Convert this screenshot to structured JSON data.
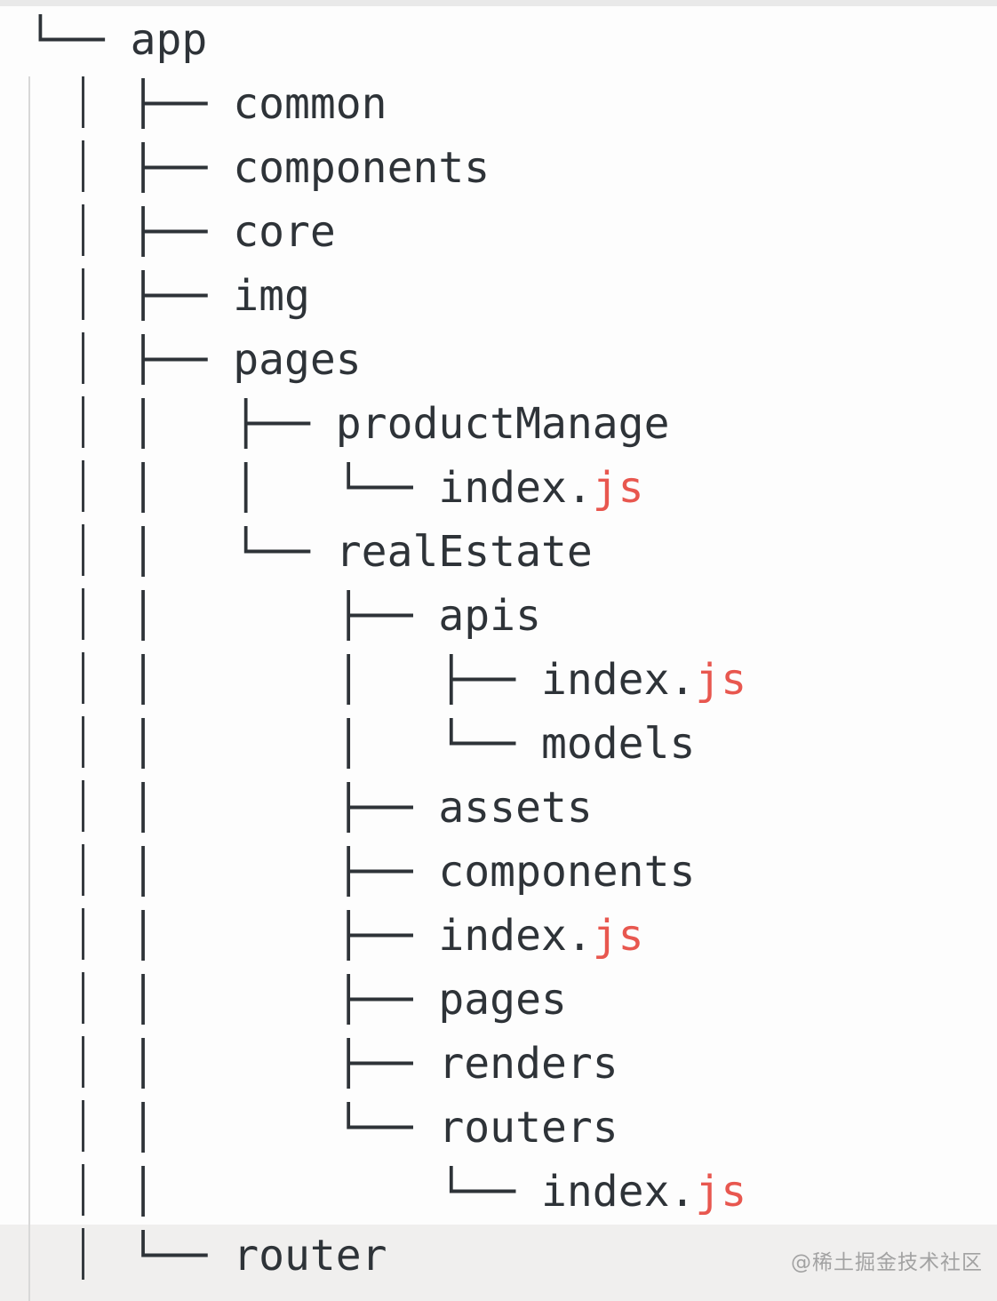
{
  "colors": {
    "text_color": "#2e3338",
    "extension_red": "#e8574f",
    "gutter_dark": "#363b40",
    "gutter_light": "#d8d8d8",
    "background": "#fdfdfd",
    "bottom_band": "#f0efee",
    "top_strip": "#e9e9e9",
    "watermark_color": "#a2a2a2"
  },
  "watermark": {
    "text": "@稀土掘金技术社区"
  },
  "tree": {
    "rows": [
      {
        "prefix": "└── ",
        "name": "app",
        "ext": ""
      },
      {
        "prefix": "    ├── ",
        "name": "common",
        "ext": ""
      },
      {
        "prefix": "    ├── ",
        "name": "components",
        "ext": ""
      },
      {
        "prefix": "    ├── ",
        "name": "core",
        "ext": ""
      },
      {
        "prefix": "    ├── ",
        "name": "img",
        "ext": ""
      },
      {
        "prefix": "    ├── ",
        "name": "pages",
        "ext": ""
      },
      {
        "prefix": "    │   ├── ",
        "name": "productManage",
        "ext": ""
      },
      {
        "prefix": "    │   │   └── ",
        "name": "index.",
        "ext": "js"
      },
      {
        "prefix": "    │   └── ",
        "name": "realEstate",
        "ext": ""
      },
      {
        "prefix": "    │       ├── ",
        "name": "apis",
        "ext": ""
      },
      {
        "prefix": "    │       │   ├── ",
        "name": "index.",
        "ext": "js"
      },
      {
        "prefix": "    │       │   └── ",
        "name": "models",
        "ext": ""
      },
      {
        "prefix": "    │       ├── ",
        "name": "assets",
        "ext": ""
      },
      {
        "prefix": "    │       ├── ",
        "name": "components",
        "ext": ""
      },
      {
        "prefix": "    │       ├── ",
        "name": "index.",
        "ext": "js"
      },
      {
        "prefix": "    │       ├── ",
        "name": "pages",
        "ext": ""
      },
      {
        "prefix": "    │       ├── ",
        "name": "renders",
        "ext": ""
      },
      {
        "prefix": "    │       └── ",
        "name": "routers",
        "ext": ""
      },
      {
        "prefix": "    │           └── ",
        "name": "index.",
        "ext": "js"
      },
      {
        "prefix": "    └── ",
        "name": "router",
        "ext": ""
      }
    ]
  }
}
